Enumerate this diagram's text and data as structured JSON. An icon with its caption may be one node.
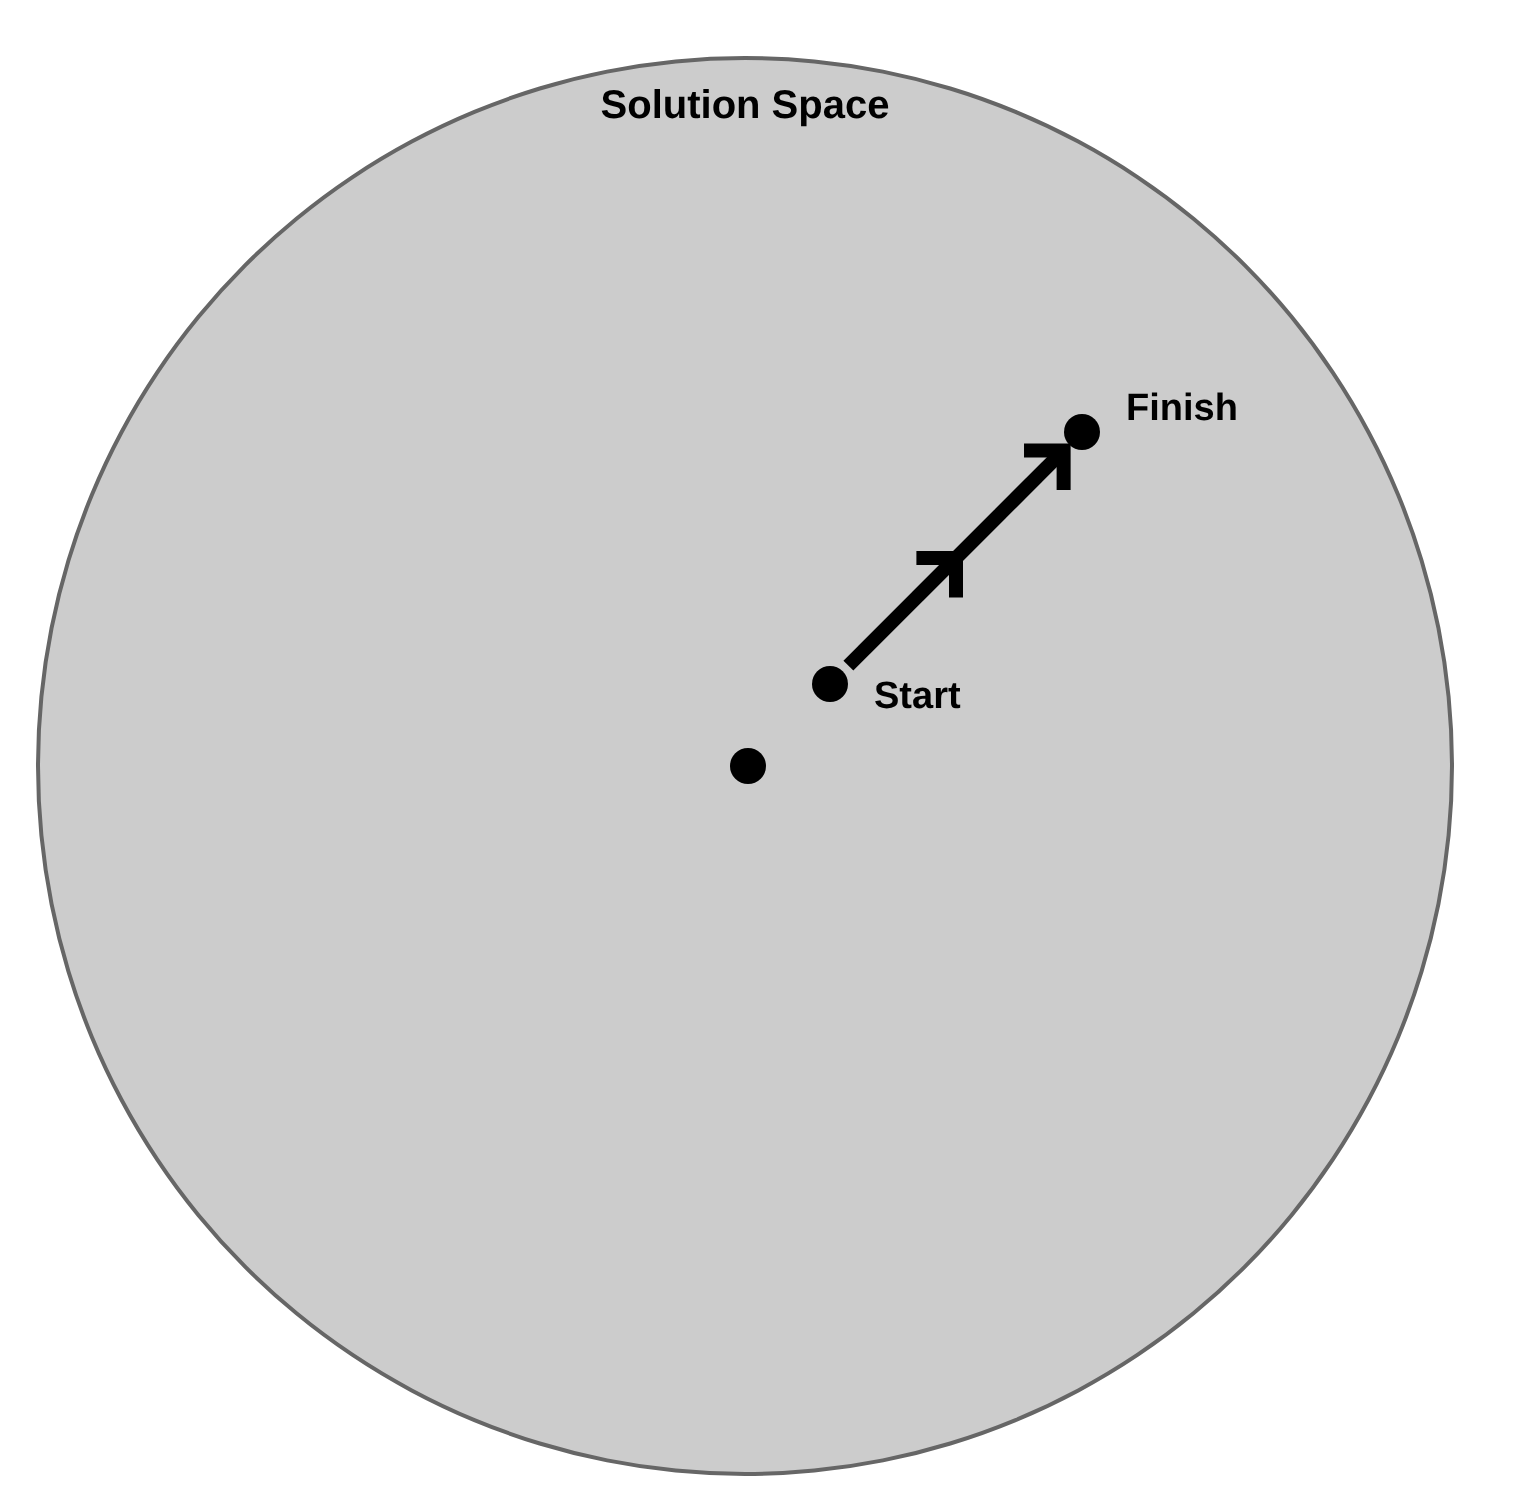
{
  "diagram": {
    "nodes": [
      {
        "text": [
          "Solution Space"
        ]
      },
      {
        "text": [],
        "shape": "circle",
        "in": 0
      },
      {
        "text": [],
        "shape": "circle",
        "in": 0,
        "beside": [
          "Start"
        ]
      },
      {
        "text": [],
        "shape": "circle",
        "in": 0,
        "beside": [
          "Finish"
        ]
      }
    ],
    "edges": [
      {
        "from": 2,
        "to": 3,
        "arrow": "to"
      }
    ]
  }
}
